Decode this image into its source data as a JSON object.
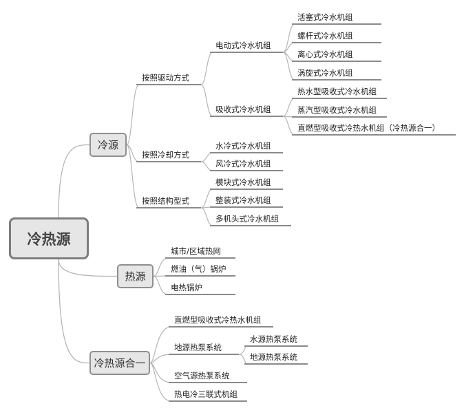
{
  "root": {
    "label": "冷热源"
  },
  "cold": {
    "label": "冷源",
    "drive": {
      "label": "按照驱动方式",
      "electric": {
        "label": "电动式冷水机组",
        "items": [
          "活塞式冷水机组",
          "螺杆式冷水机组",
          "离心式冷水机组",
          "涡旋式冷水机组"
        ]
      },
      "absorption": {
        "label": "吸收式冷水机组",
        "items": [
          "热水型吸收式冷水机组",
          "蒸汽型吸收式冷水机组",
          "直燃型吸收式冷热水机组（冷热源合一）"
        ]
      }
    },
    "cooling": {
      "label": "按照冷却方式",
      "items": [
        "水冷式冷水机组",
        "风冷式冷水机组"
      ]
    },
    "structure": {
      "label": "按照结构型式",
      "items": [
        "模块式冷水机组",
        "整装式冷水机组",
        "多机头式冷水机组"
      ]
    }
  },
  "heat": {
    "label": "热源",
    "items": [
      "城市/区域热网",
      "燃油（气）锅炉",
      "电热锅炉"
    ]
  },
  "combined": {
    "label": "冷热源合一",
    "direct": "直燃型吸收式冷热水机组",
    "ground": {
      "label": "地源热泵系统",
      "items": [
        "水源热泵系统",
        "地源热泵系统"
      ]
    },
    "air": "空气源热泵系统",
    "cchp": "热电冷三联式机组"
  }
}
